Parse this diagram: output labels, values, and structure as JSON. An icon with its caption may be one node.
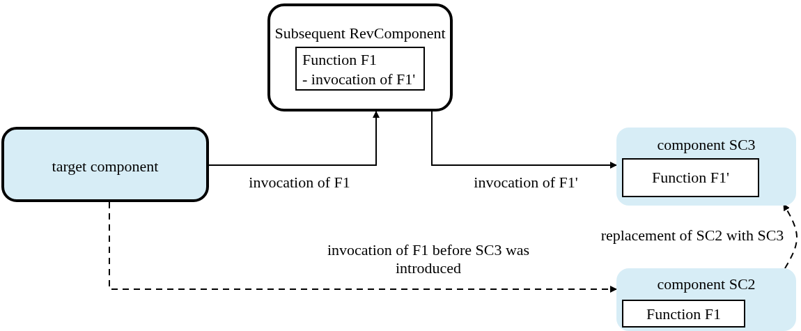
{
  "diagram": {
    "nodes": [
      {
        "text": [
          "Subsequent RevComponent"
        ]
      },
      {
        "text": [
          "Function F1",
          "- invocation of F1'"
        ],
        "in": 0
      },
      {
        "text": [
          "target component"
        ]
      },
      {
        "text": [
          "component SC3"
        ]
      },
      {
        "text": [
          "Function F1'"
        ],
        "in": 3
      },
      {
        "text": [
          "component SC2"
        ]
      },
      {
        "text": [
          "Function F1"
        ],
        "in": 5
      }
    ],
    "edges": [
      {
        "from": 2,
        "to": 0,
        "arrow": "to",
        "label": "invocation of F1"
      },
      {
        "from": 0,
        "to": 3,
        "arrow": "to",
        "label": "invocation of F1'"
      },
      {
        "from": 2,
        "to": 5,
        "arrow": "to",
        "label": "invocation of F1 before SC3 was introduced",
        "style": "dashed"
      },
      {
        "from": 5,
        "to": 3,
        "arrow": "to",
        "label": "replacement of SC2 with SC3",
        "style": "dashed"
      }
    ]
  }
}
